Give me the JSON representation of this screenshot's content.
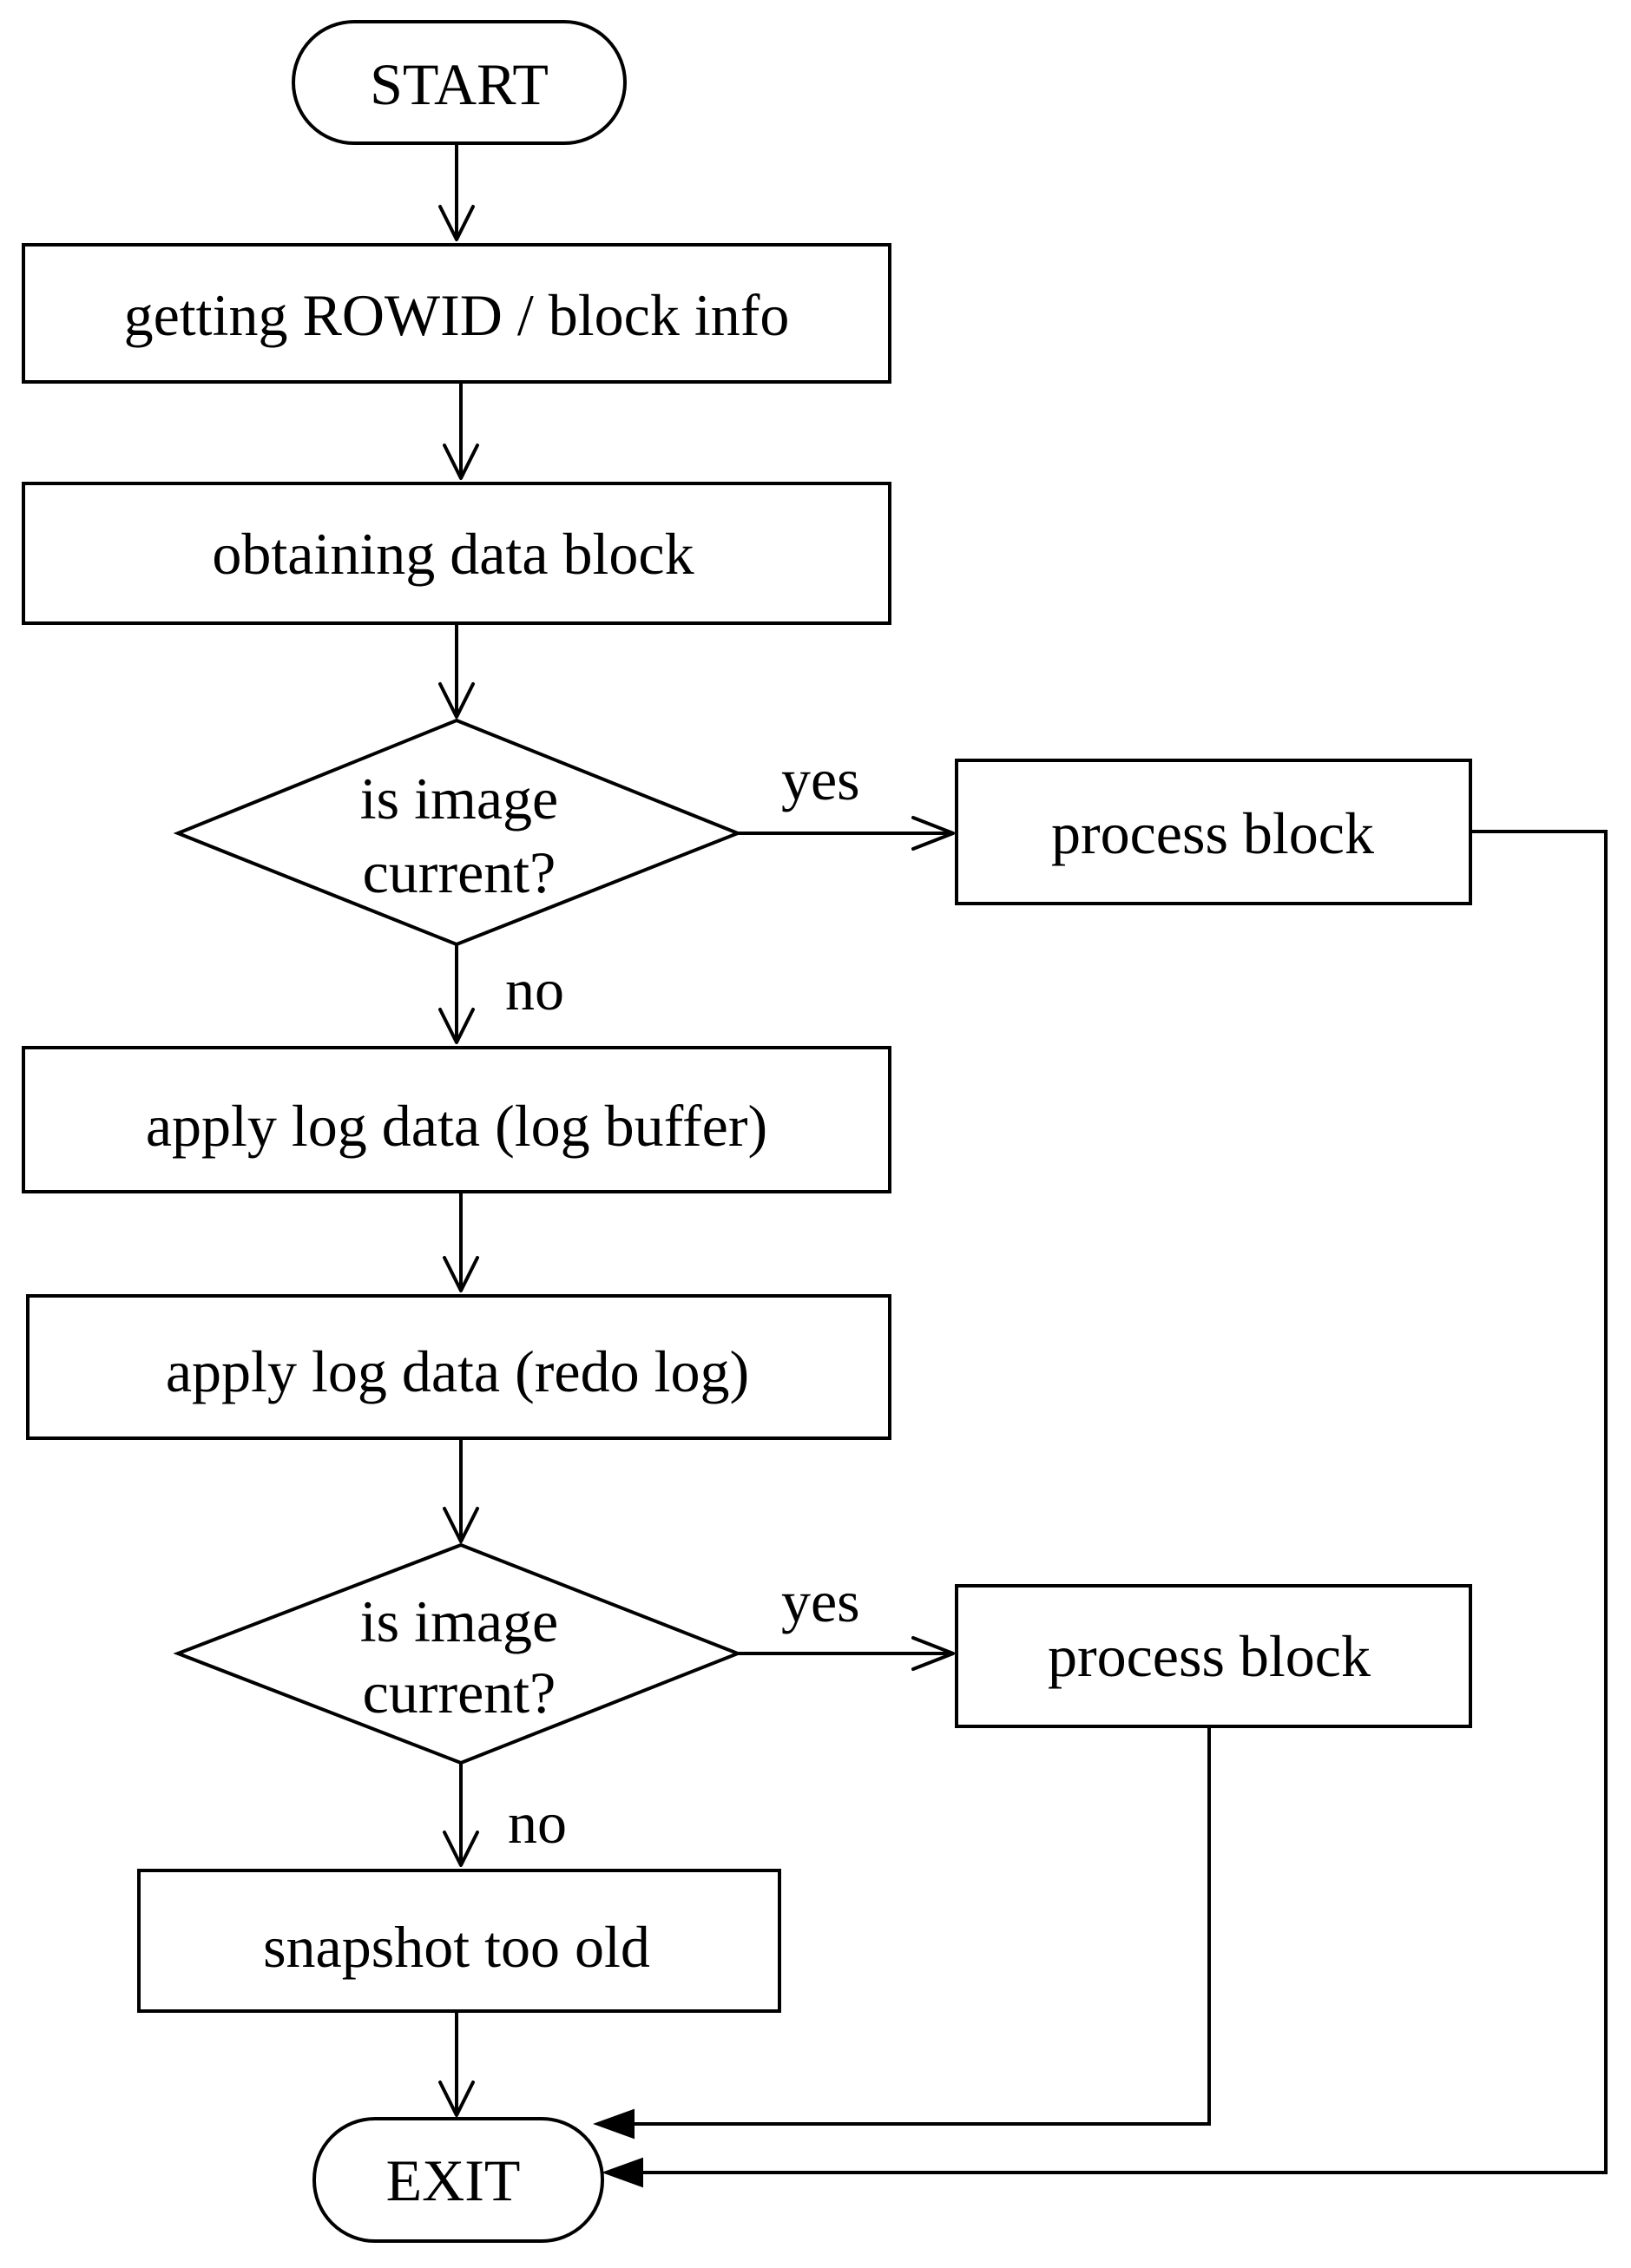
{
  "flowchart": {
    "start_label": "START",
    "get_rowid_label": "getting ROWID / block info",
    "obtain_block_label": "obtaining data block",
    "decision_1": {
      "line1": "is image",
      "line2": "current?"
    },
    "decision_1_yes_label": "yes",
    "decision_1_no_label": "no",
    "process_block_1_label": "process block",
    "apply_log_buffer_label": "apply log data (log buffer)",
    "apply_redo_log_label": "apply log data (redo log)",
    "decision_2": {
      "line1": "is image",
      "line2": "current?"
    },
    "decision_2_yes_label": "yes",
    "decision_2_no_label": "no",
    "process_block_2_label": "process block",
    "snapshot_too_old_label": "snapshot too old",
    "exit_label": "EXIT"
  }
}
